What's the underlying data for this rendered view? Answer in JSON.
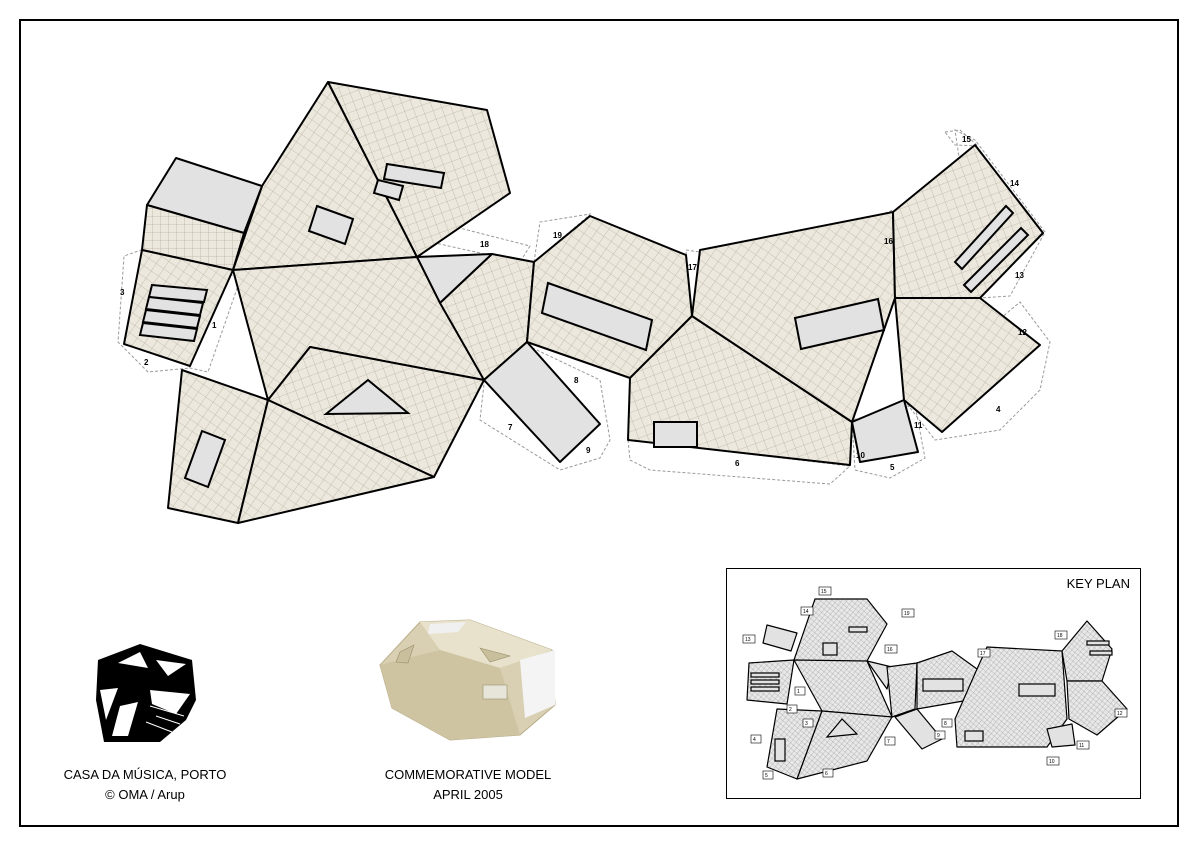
{
  "tab_numbers": [
    "1",
    "2",
    "3",
    "4",
    "5",
    "6",
    "7",
    "8",
    "9",
    "10",
    "11",
    "12",
    "13",
    "14",
    "15",
    "16",
    "17",
    "18",
    "19"
  ],
  "keyplan": {
    "title": "KEY PLAN",
    "tags": [
      "15",
      "14",
      "19",
      "13",
      "16",
      "17",
      "18",
      "1",
      "2",
      "3",
      "4",
      "5",
      "6",
      "7",
      "8",
      "9",
      "10",
      "11",
      "12"
    ]
  },
  "logo": {
    "caption_line1": "CASA DA MÚSICA, PORTO",
    "caption_line2": "© OMA / Arup"
  },
  "model_photo": {
    "caption_line1": "COMMEMORATIVE MODEL",
    "caption_line2": "APRIL 2005"
  },
  "colors": {
    "panel_fill": "#ece8dd",
    "hatch": "#b9b4a6",
    "window": "#e2e2e2",
    "model_tone": "#d9d0b3"
  }
}
